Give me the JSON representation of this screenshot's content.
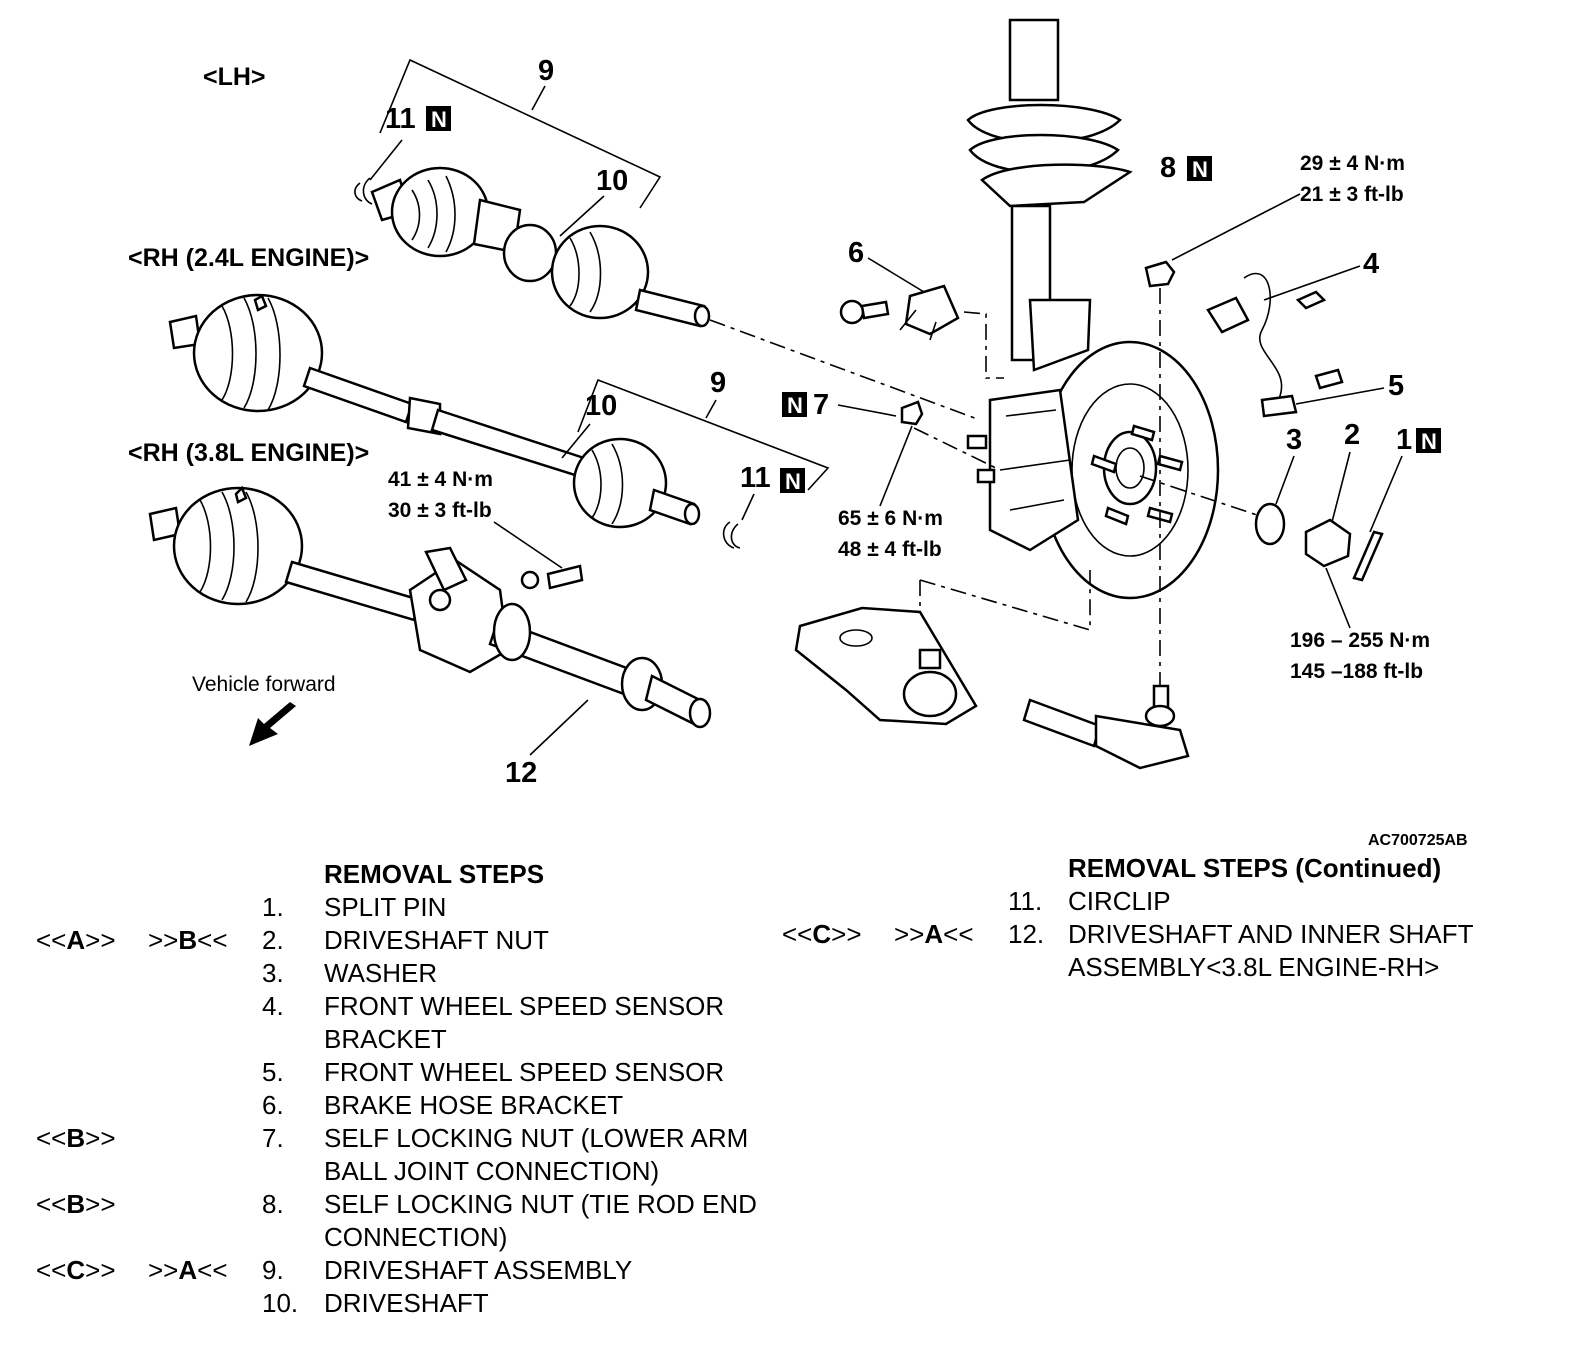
{
  "diagram": {
    "labels": {
      "lh": "<LH>",
      "rh24": "<RH (2.4L ENGINE)>",
      "rh38": "<RH (3.8L ENGINE)>",
      "vehicle_forward": "Vehicle forward",
      "ref_code": "AC700725AB"
    },
    "callouts": {
      "n9_top": "9",
      "n11_top": "11",
      "n10_top": "10",
      "n9_mid": "9",
      "n10_mid": "10",
      "n11_mid": "11",
      "n12": "12",
      "n6": "6",
      "n7": "7",
      "n8": "8",
      "n4": "4",
      "n5": "5",
      "n3": "3",
      "n2": "2",
      "n1": "1",
      "badge_n": "N"
    },
    "torques": {
      "t8_nm": "29 ± 4 N·m",
      "t8_ftlb": "21 ± 3 ft-lb",
      "t12_nm": "41 ± 4 N·m",
      "t12_ftlb": "30 ± 3 ft-lb",
      "t7_nm": "65 ± 6 N·m",
      "t7_ftlb": "48 ± 4 ft-lb",
      "t2_nm": "196 – 255 N·m",
      "t2_ftlb": "145 –188 ft-lb"
    }
  },
  "removal_steps": {
    "title": "REMOVAL STEPS",
    "title_continued": "REMOVAL STEPS (Continued)",
    "steps": [
      {
        "c1_pre": "<<",
        "c1_letter": "",
        "c1_post": "",
        "c2_pre": "",
        "c2_letter": "",
        "c2_post": "",
        "num": "1.",
        "text": "SPLIT PIN"
      },
      {
        "c1_pre": "<<",
        "c1_letter": "A",
        "c1_post": ">>",
        "c2_pre": ">>",
        "c2_letter": "B",
        "c2_post": "<<",
        "num": "2.",
        "text": "DRIVESHAFT NUT"
      },
      {
        "num": "3.",
        "text": "WASHER"
      },
      {
        "num": "4.",
        "text": "FRONT WHEEL SPEED SENSOR BRACKET"
      },
      {
        "num": "5.",
        "text": "FRONT WHEEL SPEED SENSOR"
      },
      {
        "num": "6.",
        "text": "BRAKE HOSE BRACKET"
      },
      {
        "c1_pre": "<<",
        "c1_letter": "B",
        "c1_post": ">>",
        "num": "7.",
        "text": "SELF LOCKING NUT (LOWER ARM BALL JOINT CONNECTION)"
      },
      {
        "c1_pre": "<<",
        "c1_letter": "B",
        "c1_post": ">>",
        "num": "8.",
        "text": "SELF LOCKING NUT (TIE ROD END CONNECTION)"
      },
      {
        "c1_pre": "<<",
        "c1_letter": "C",
        "c1_post": ">>",
        "c2_pre": ">>",
        "c2_letter": "A",
        "c2_post": "<<",
        "num": "9.",
        "text": "DRIVESHAFT ASSEMBLY"
      },
      {
        "num": "10.",
        "text": "DRIVESHAFT"
      },
      {
        "num": "11.",
        "text": "CIRCLIP"
      },
      {
        "c1_pre": "<<",
        "c1_letter": "C",
        "c1_post": ">>",
        "c2_pre": ">>",
        "c2_letter": "A",
        "c2_post": "<<",
        "num": "12.",
        "text": "DRIVESHAFT AND INNER SHAFT ASSEMBLY<3.8L ENGINE-RH>"
      }
    ]
  }
}
